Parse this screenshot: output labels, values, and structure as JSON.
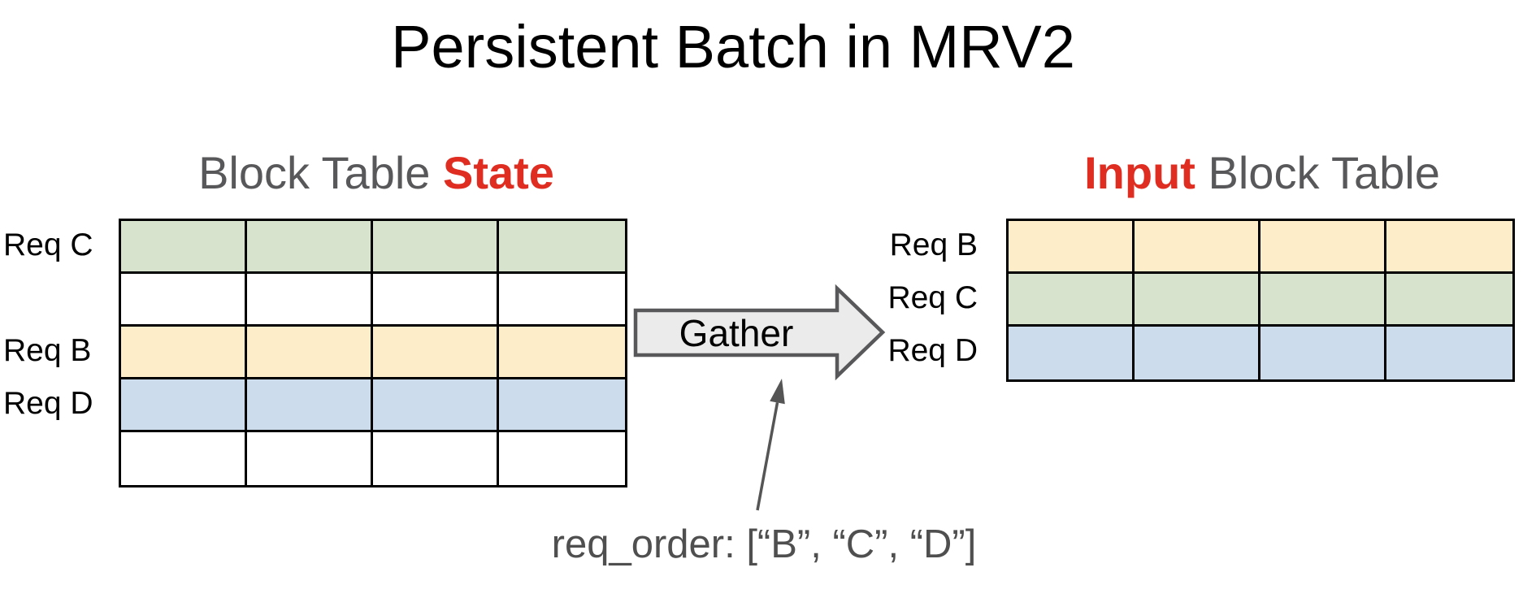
{
  "title": "Persistent Batch in MRV2",
  "left_section": {
    "heading_plain": "Block Table ",
    "heading_highlight": "State",
    "columns": 4,
    "rows": [
      {
        "label": "Req C",
        "color_key": "green"
      },
      {
        "label": "",
        "color_key": "white"
      },
      {
        "label": "Req B",
        "color_key": "yellow"
      },
      {
        "label": "Req D",
        "color_key": "blue"
      },
      {
        "label": "",
        "color_key": "white"
      }
    ]
  },
  "gather_arrow": {
    "label": "Gather"
  },
  "right_section": {
    "heading_highlight": "Input",
    "heading_plain": " Block Table",
    "columns": 4,
    "rows": [
      {
        "label": "Req B",
        "color_key": "yellow"
      },
      {
        "label": "Req C",
        "color_key": "green"
      },
      {
        "label": "Req D",
        "color_key": "blue"
      }
    ]
  },
  "annotation": {
    "label": "req_order: [“B”, “C”, “D”]"
  },
  "colors": {
    "green": "#d7e3cd",
    "yellow": "#fdeec9",
    "blue": "#cddcec",
    "white": "#ffffff",
    "highlight_red": "#e02d21",
    "heading_gray": "#58585b",
    "annotation_gray": "#4f4f4f",
    "table_border": "#000000",
    "arrow_fill": "#ebebeb",
    "arrow_stroke": "#58585a",
    "annotation_arrow": "#555555"
  }
}
